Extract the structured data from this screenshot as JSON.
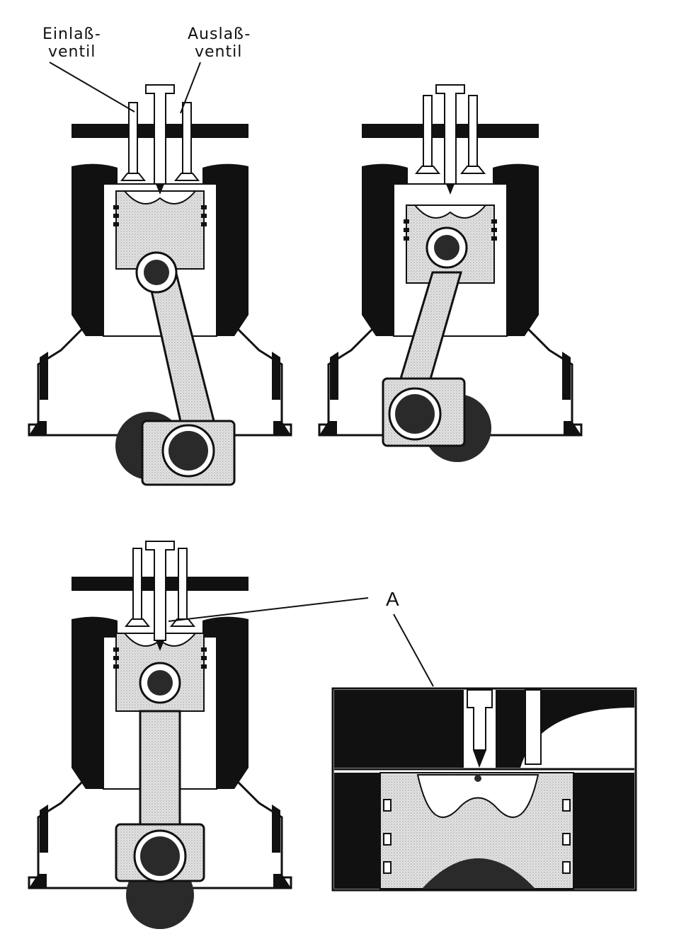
{
  "labels": {
    "intake_line1": "Einlaß-",
    "intake_line2": "ventil",
    "exhaust_line1": "Auslaß-",
    "exhaust_line2": "ventil",
    "callout": "A"
  },
  "colors": {
    "ink": "#111111",
    "paper": "#ffffff",
    "shade": "#d6d6d6"
  }
}
